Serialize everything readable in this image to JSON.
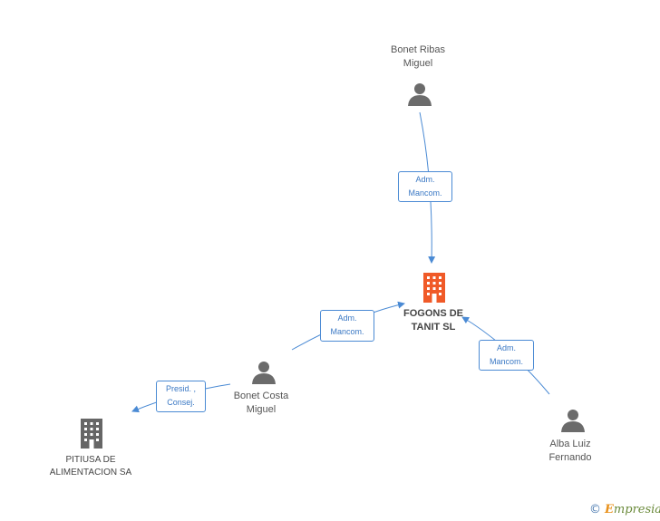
{
  "nodes": {
    "bonet_ribas": {
      "line1": "Bonet Ribas",
      "line2": "Miguel",
      "icon": "person-icon"
    },
    "fogons": {
      "line1": "FOGONS DE",
      "line2": "TANIT SL",
      "icon": "building-icon",
      "color": "#f05a28"
    },
    "bonet_costa": {
      "line1": "Bonet Costa",
      "line2": "Miguel",
      "icon": "person-icon"
    },
    "alba_luiz": {
      "line1": "Alba Luiz",
      "line2": "Fernando",
      "icon": "person-icon"
    },
    "pitiusa": {
      "line1": "PITIUSA DE",
      "line2": "ALIMENTACION SA",
      "icon": "building-icon",
      "color": "#666666"
    }
  },
  "edges": {
    "ribas_to_fogons": {
      "line1": "Adm.",
      "line2": "Mancom."
    },
    "costa_to_fogons": {
      "line1": "Adm.",
      "line2": "Mancom."
    },
    "alba_to_fogons": {
      "line1": "Adm.",
      "line2": "Mancom."
    },
    "costa_to_pitiusa": {
      "line1": "Presid. ,",
      "line2": "Consej."
    }
  },
  "colors": {
    "edge": "#4a8ad4",
    "person": "#6b6b6b",
    "main_company": "#f05a28",
    "company": "#666666"
  },
  "watermark": {
    "symbol": "©",
    "brand_first": "E",
    "brand_rest": "mpresia"
  }
}
